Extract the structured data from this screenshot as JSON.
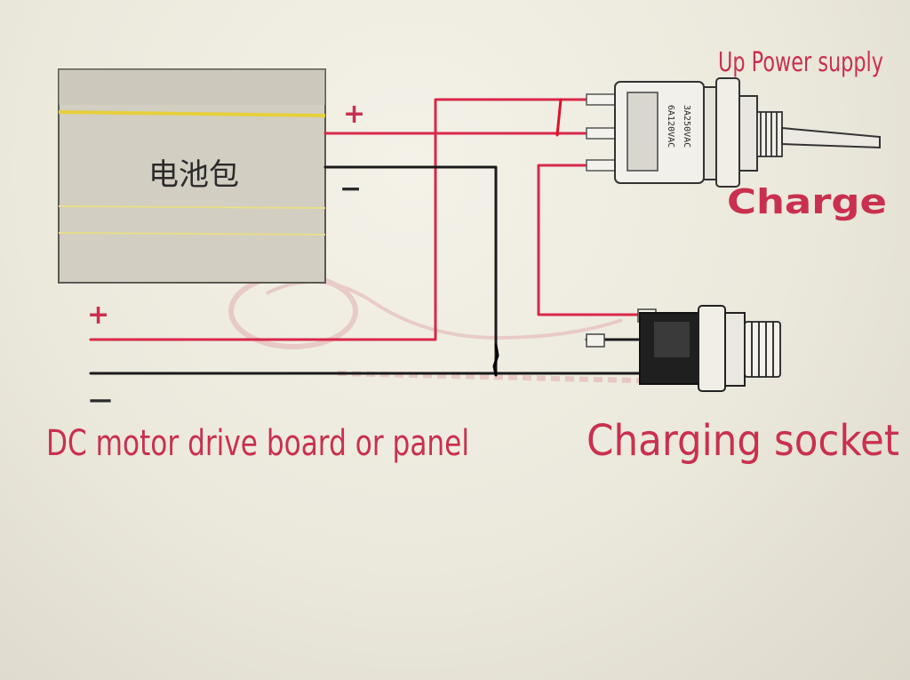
{
  "diagram": {
    "battery_label": "电池包",
    "battery_plus": "+",
    "battery_minus": "−",
    "load_plus": "+",
    "load_minus": "—",
    "load_label": "DC motor drive board or panel",
    "switch_top_label": "Up Power supply",
    "switch_bottom_label": "Charge",
    "switch_rating_1": "3A250VAC",
    "switch_rating_2": "6A120VAC",
    "socket_label": "Charging socket"
  },
  "colors": {
    "wire_red": "#d8284a",
    "wire_black": "#1a1a1a",
    "label_red": "#c9304f",
    "battery_fill": "#d2cec2",
    "battery_stripe": "#e6cf3c"
  }
}
